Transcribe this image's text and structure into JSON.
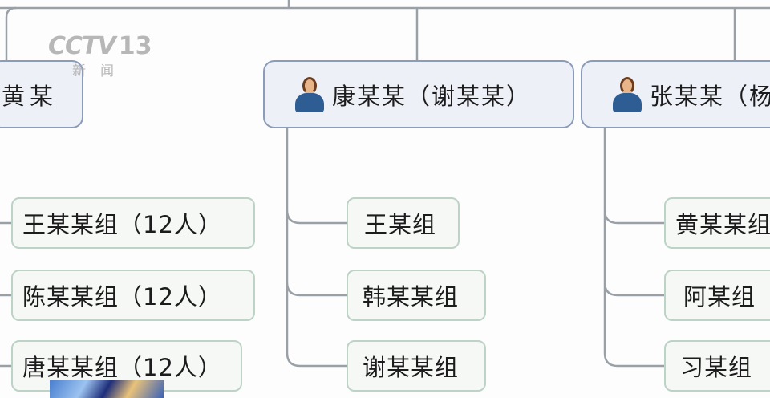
{
  "watermark": {
    "channel": "CCTV",
    "number": "13",
    "subtitle": "新闻"
  },
  "managers": [
    {
      "name": "黄某",
      "has_avatar": false
    },
    {
      "name": "康某某（谢某某）",
      "has_avatar": true
    },
    {
      "name": "张某某（杨",
      "has_avatar": true
    }
  ],
  "groups": {
    "left": [
      "王某某组（12人）",
      "陈某某组（12人）",
      "唐某某组（12人）"
    ],
    "middle": [
      "王某组",
      "韩某某组",
      "谢某某组"
    ],
    "right": [
      "黄某某组",
      "阿某组",
      "习某组"
    ]
  },
  "colors": {
    "line": "#9aa0a8",
    "manager_fill": "#eef0f8",
    "group_fill": "#f5f8f5"
  }
}
